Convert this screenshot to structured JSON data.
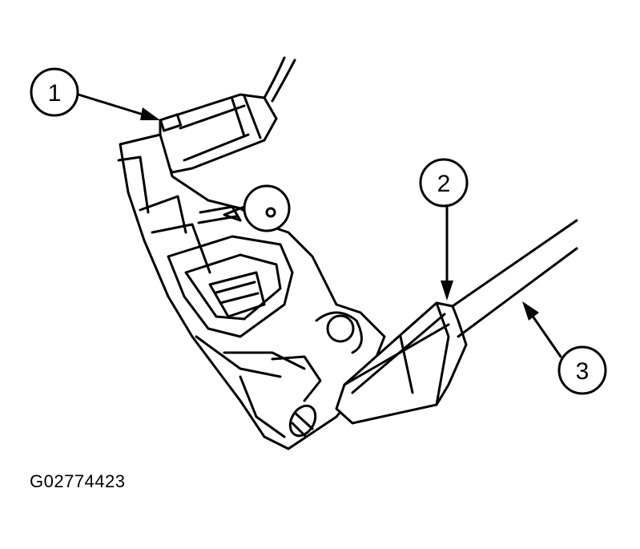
{
  "diagram": {
    "figure_id": "G02774423",
    "callouts": [
      {
        "number": "1"
      },
      {
        "number": "2"
      },
      {
        "number": "3"
      }
    ],
    "colors": {
      "ink": "#000000",
      "paper": "#ffffff"
    }
  }
}
